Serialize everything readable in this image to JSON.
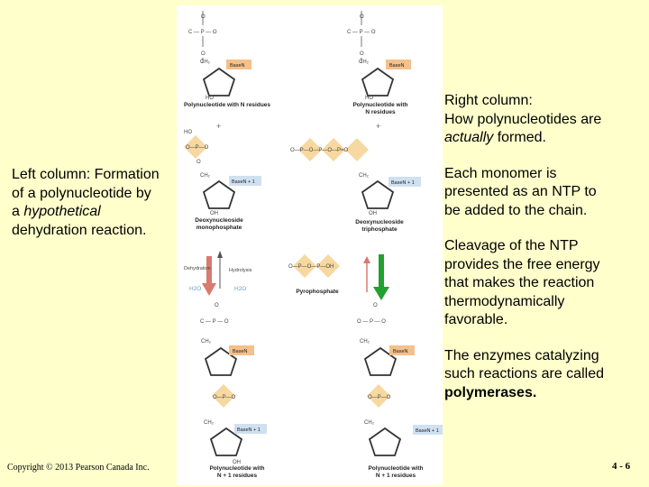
{
  "left_text": {
    "line1": "Left column: Formation",
    "line2": "of a polynucleotide by",
    "line3_pre": "a ",
    "line3_em": "hypothetical",
    "line4": "dehydration reaction."
  },
  "right_text": {
    "p1_line1": "Right column:",
    "p1_line2": "How polynucleotides are",
    "p1_em": "actually",
    "p1_line3_post": " formed.",
    "p2": [
      "Each monomer is",
      "presented as an NTP to",
      "be added to the chain."
    ],
    "p3": [
      "Cleavage of the NTP",
      "provides the free energy",
      "that makes the reaction",
      "thermodynamically",
      "favorable."
    ],
    "p4_line1": "The enzymes catalyzing",
    "p4_line2": "such reactions are called",
    "p4_bold": "polymerases."
  },
  "figure": {
    "left_top_caption": [
      "Polynucleotide with N residues"
    ],
    "right_top_caption": [
      "Polynucleotide with",
      "N residues"
    ],
    "left_mid_caption": [
      "Deoxynucleoside",
      "monophosphate"
    ],
    "right_mid_caption": [
      "Deoxynucleoside",
      "triphosphate"
    ],
    "ppi_caption": "Pyrophosphate",
    "left_bottom_caption": [
      "Polynucleotide with",
      "N + 1 residues"
    ],
    "right_bottom_caption": [
      "Polynucleotide with",
      "N + 1 residues"
    ],
    "dehydration": "Dehydration",
    "hydrolysis": "Hydrolysis",
    "h2o_left": "H2O",
    "h2o_right": "H2O",
    "plus": "+",
    "base_n": "BaseN",
    "base_n1": "BaseN + 1"
  },
  "colors": {
    "background": "#ffffcc",
    "phosphate_fill": "#f6d8a0",
    "base_fill": "#f5c08a",
    "base_fill_blue": "#cfe0f0",
    "arrow_green": "#22a030",
    "arrow_red": "#d87a70"
  },
  "footer": {
    "copyright": "Copyright © 2013 Pearson Canada Inc.",
    "page": "4 - 6"
  }
}
